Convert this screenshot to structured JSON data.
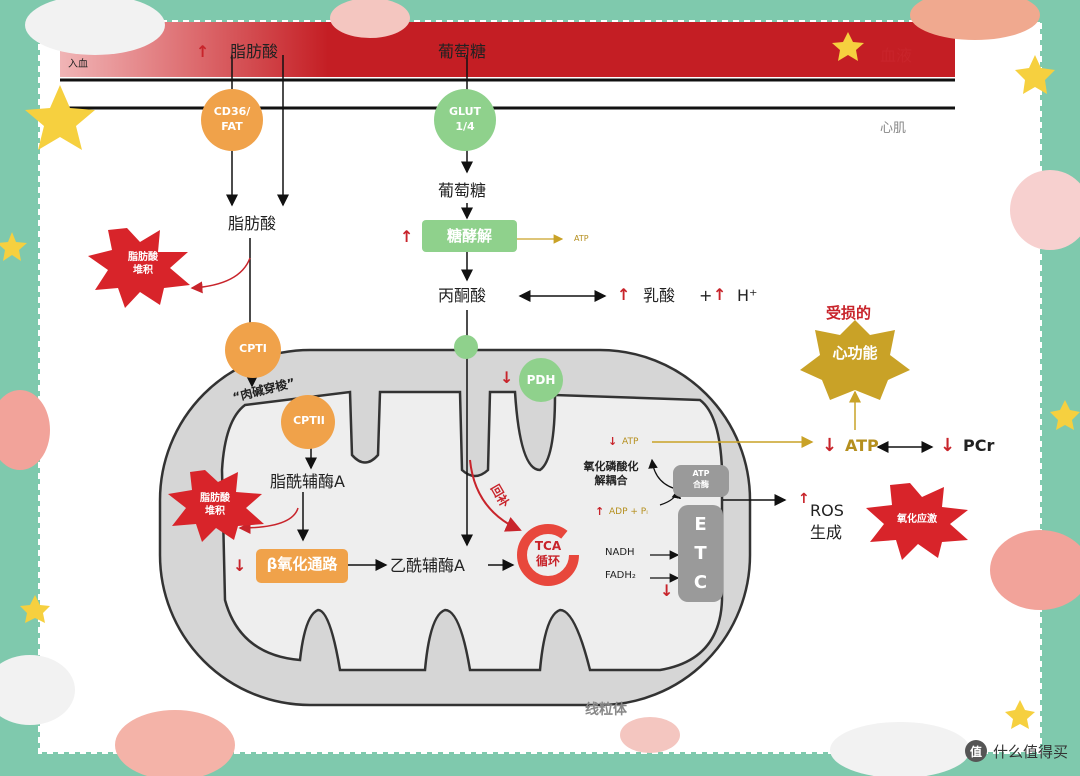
{
  "labels": {
    "blood": "血液",
    "heart_muscle": "心肌",
    "fatty_acid_top": "脂肪酸",
    "glucose_top": "葡萄糖",
    "cut_left": "入血",
    "cd36": "CD36/\nFAT",
    "glut": "GLUT\n1/4",
    "fatty_acid": "脂肪酸",
    "glucose": "葡萄糖",
    "glycolysis": "糖酵解",
    "atp_glycolysis": "ATP",
    "pyruvate": "丙酮酸",
    "lactate": "乳酸",
    "plus": "+",
    "proton": "H⁺",
    "fa_accum_1": "脂肪酸\n堆积",
    "cpt1": "CPTI",
    "carnitine_shuttle": "“肉碱穿梭”",
    "cpt2": "CPTII",
    "fatty_acyl_coa": "脂酰辅酶A",
    "fa_accum_2": "脂肪酸\n堆积",
    "beta_oxidation": "β氧化通路",
    "acetyl_coa": "乙酰辅酶A",
    "pdh": "PDH",
    "anaplerosis": "回补",
    "tca": "TCA\n循环",
    "nadh": "NADH",
    "fadh2": "FADH₂",
    "etc": "E\nT\nC",
    "atp_synthase": "ATP\n合酶",
    "atp_small": "ATP",
    "uncoupling": "氧化磷酸化\n解耦合",
    "adp_pi": "ADP + Pᵢ",
    "impaired": "受损的",
    "cardiac_function": "心功能",
    "atp": "ATP",
    "pcr": "PCr",
    "ros": "ROS\n生成",
    "oxidative_stress": "氧化应激",
    "mitochondrion": "线粒体",
    "watermark": "什么值得买",
    "watermark_badge": "值"
  },
  "colors": {
    "blood_band": "#c41e24",
    "orange": "#f0a24a",
    "green": "#8fd18c",
    "red_burst": "#d8242a",
    "mito_outer": "#d6d6d6",
    "mito_inner": "#eeeeee",
    "gold": "#c9a227",
    "etc_grey": "#9a9a9a",
    "frame_bg": "#7fc9ad"
  }
}
